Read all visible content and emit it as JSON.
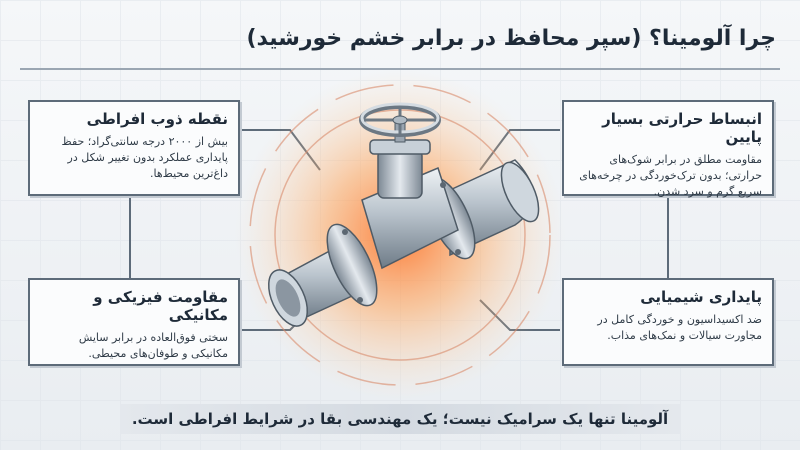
{
  "title": "چرا آلومینا؟ (سپر محافظ در برابر خشم خورشید)",
  "cards": {
    "top_left": {
      "heading": "نقطه ذوب افراطی",
      "body": "بیش از ۲۰۰۰ درجه سانتی‌گراد؛ حفظ پایداری عملکرد بدون تغییر شکل در داغ‌ترین محیط‌ها."
    },
    "top_right": {
      "heading": "انبساط حرارتی بسیار پایین",
      "body": "مقاومت مطلق در برابر شوک‌های حرارتی؛ بدون ترک‌خوردگی در چرخه‌های سریع گرم و سرد شدن."
    },
    "bottom_left": {
      "heading": "مقاومت فیزیکی و مکانیکی",
      "body": "سختی فوق‌العاده در برابر سایش مکانیکی و طوفان‌های محیطی."
    },
    "bottom_right": {
      "heading": "پایداری شیمیایی",
      "body": "ضد اکسیداسیون و خوردگی کامل در مجاورت سیالات و نمک‌های مذاب."
    }
  },
  "footer": "آلومینا تنها یک سرامیک نیست؛ یک مهندسی بقا در شرایط افراطی است.",
  "colors": {
    "glow": "#ff7a2f",
    "steel": "#b8c2cc",
    "ink": "#1e2a38",
    "frame": "#5d6b79"
  },
  "icons": {
    "center": "gate-valve-icon"
  }
}
